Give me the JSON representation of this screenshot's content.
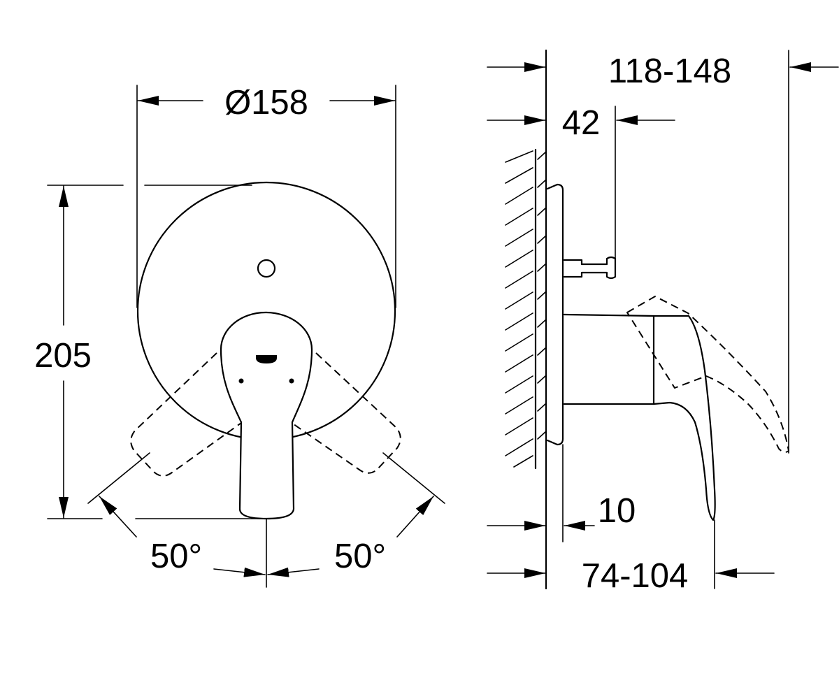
{
  "dimensions": {
    "diameter": "Ø158",
    "height": "205",
    "angle_left": "50°",
    "angle_right": "50°",
    "overall_depth": "118-148",
    "button_depth": "42",
    "plate_thickness": "10",
    "handle_depth": "74-104"
  },
  "colors": {
    "line": "#000000",
    "background": "#ffffff"
  }
}
